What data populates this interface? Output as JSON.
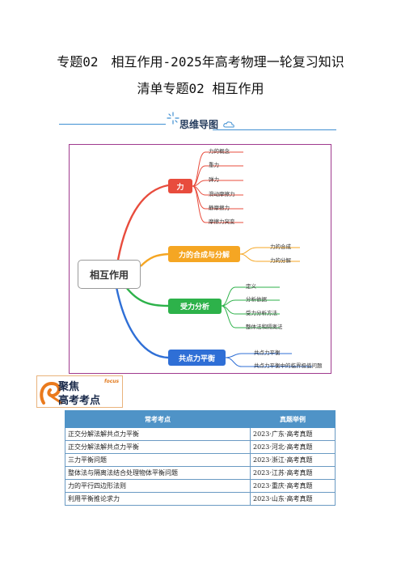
{
  "header": {
    "title_line1": "专题02　相互作用-2025年高考物理一轮复习知识",
    "title_line2": "清单专题02 相互作用"
  },
  "mindmap_banner": {
    "label": "思维导图"
  },
  "mindmap": {
    "center": "相互作用",
    "branches": [
      {
        "label": "力",
        "color": "#e84c3d",
        "leaves": [
          "力的概念",
          "重力",
          "弹力",
          "滑动摩擦力",
          "静摩擦力",
          "摩擦力突变"
        ]
      },
      {
        "label": "力的合成与分解",
        "color": "#f5a623",
        "leaves": [
          "力的合成",
          "力的分解"
        ]
      },
      {
        "label": "受力分析",
        "color": "#2db24a",
        "leaves": [
          "定义",
          "分析依据",
          "受力分析方法",
          "整体法和隔离法"
        ]
      },
      {
        "label": "共点力平衡",
        "color": "#2f6fd6",
        "leaves": [
          "共点力平衡",
          "共点力平衡中的临界极值问题"
        ]
      }
    ]
  },
  "focus_logo": {
    "line1": "聚焦",
    "line2": "高考考点",
    "tag": "focus"
  },
  "table": {
    "headers": [
      "常考考点",
      "真题举例"
    ],
    "rows": [
      [
        "正交分解法解共点力平衡",
        "2023·广东·高考真题"
      ],
      [
        "正交分解法解共点力平衡",
        "2023·河北·高考真题"
      ],
      [
        "三力平衡问题",
        "2023·浙江·高考真题"
      ],
      [
        "整体法与隔离法结合处理物体平衡问题",
        "2023·江苏·高考真题"
      ],
      [
        "力的平行四边形法则",
        "2023·重庆·高考真题"
      ],
      [
        "利用平衡推论求力",
        "2023·山东·高考真题"
      ]
    ]
  }
}
